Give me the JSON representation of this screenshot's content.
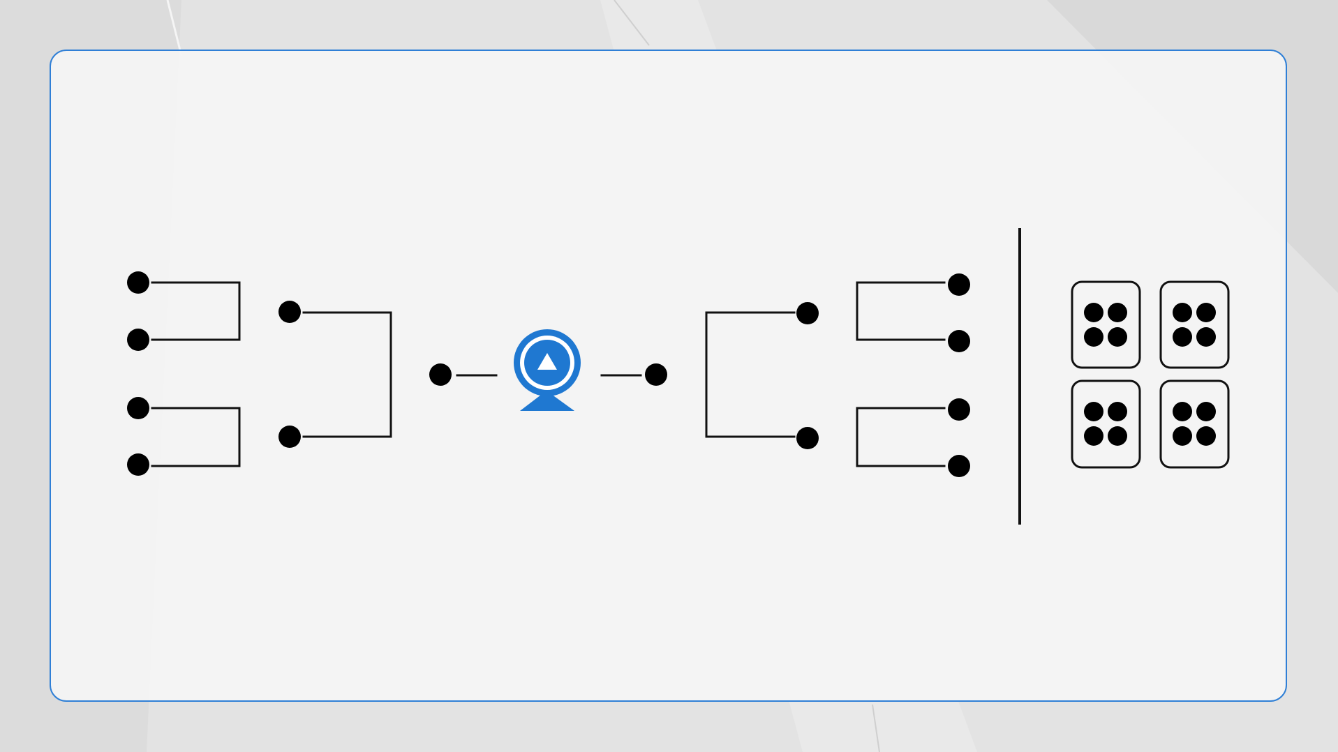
{
  "diagram": {
    "type": "tournament-bracket",
    "left_bracket": {
      "round1_matches": 2,
      "round2_matches": 1,
      "final_entries": 1
    },
    "right_bracket": {
      "round1_matches": 2,
      "round2_matches": 1,
      "final_entries": 1
    },
    "center": {
      "icon": "trophy-webcam-icon",
      "accent_color": "#1f78d1"
    },
    "dice": {
      "count": 4,
      "pips_per_die": 4,
      "icon": "dice-four-icon"
    },
    "colors": {
      "line": "#111111",
      "node": "#000000",
      "panel_border": "#2f7fd6"
    }
  }
}
